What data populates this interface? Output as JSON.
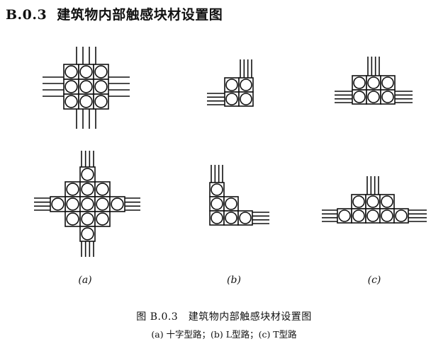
{
  "section": {
    "number": "B.0.3",
    "title": "建筑物内部触感块材设置图"
  },
  "diagram": {
    "colors": {
      "stroke": "#111111",
      "fill": "#ffffff"
    },
    "sublabels": {
      "a": "(a)",
      "b": "(b)",
      "c": "(c)"
    }
  },
  "caption": {
    "title": "图 B.0.3　建筑物内部触感块材设置图",
    "sub": "(a) 十字型路；(b) L型路；(c) T型路"
  }
}
